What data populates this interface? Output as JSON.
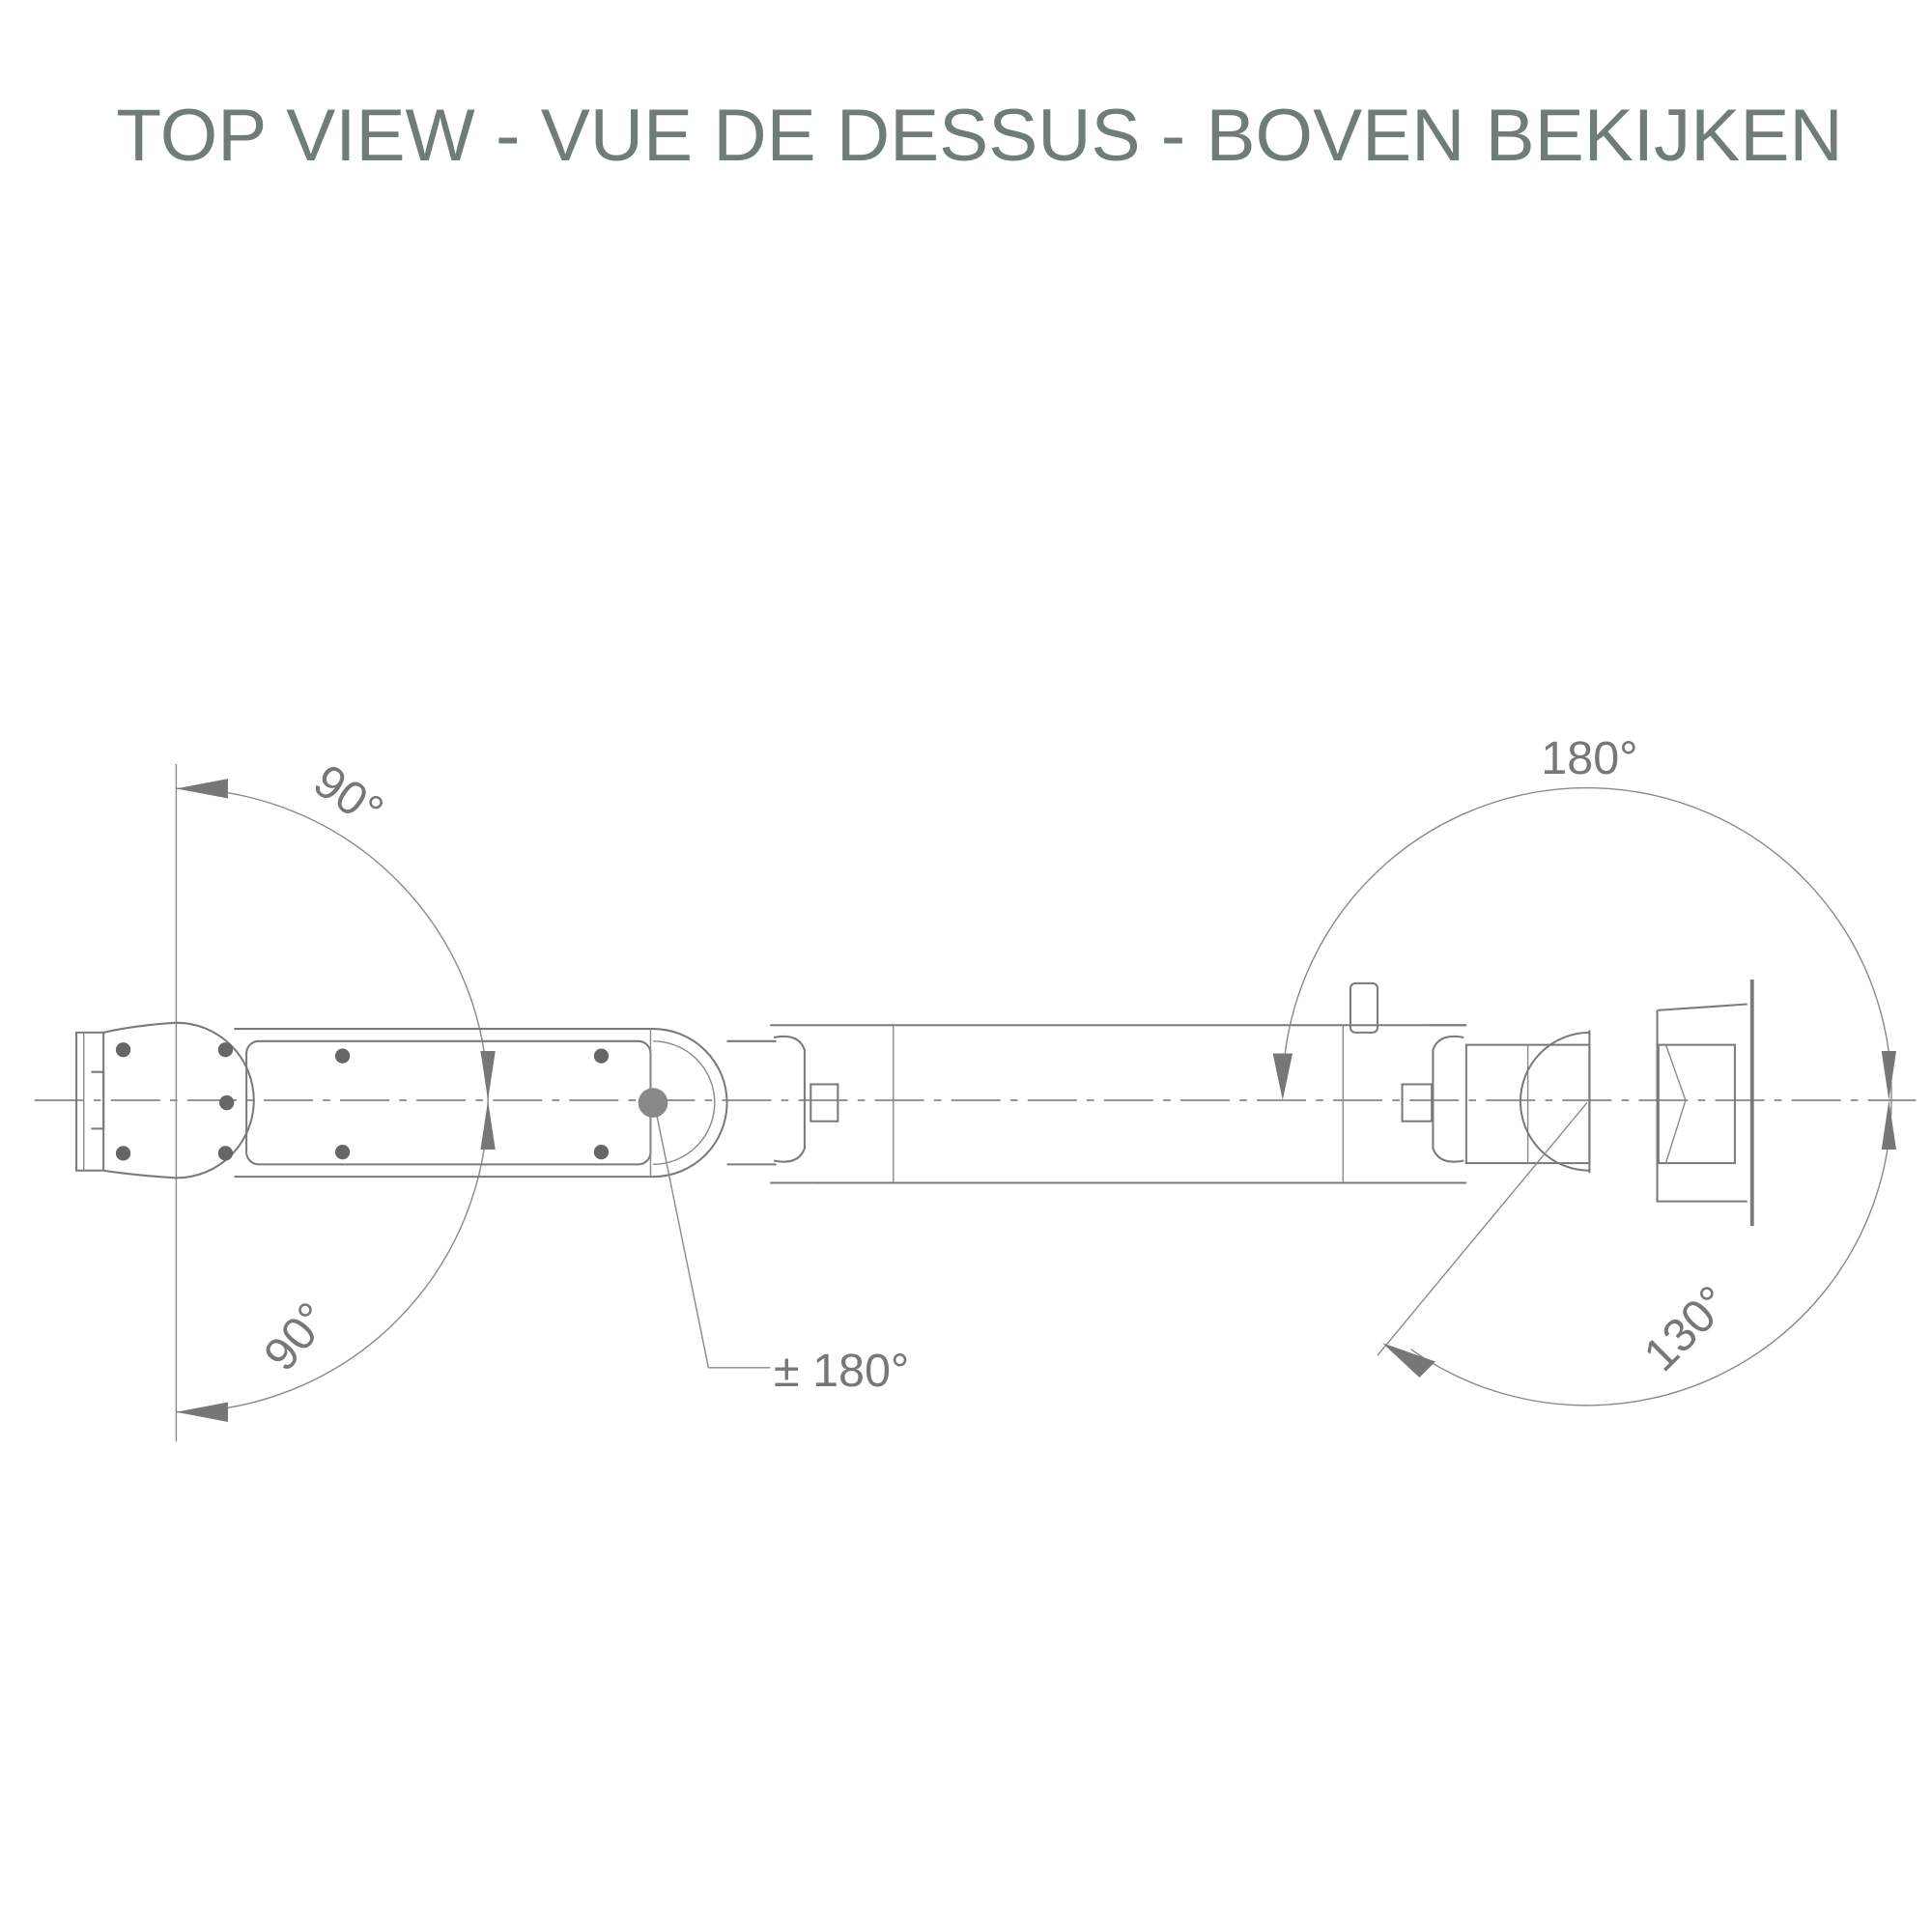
{
  "title": "TOP VIEW - VUE DE DESSUS - BOVEN BEKIJKEN",
  "labels": {
    "base_upper": "90°",
    "base_lower": "90°",
    "elbow": "± 180°",
    "head_upper": "180°",
    "head_lower": "130°"
  },
  "colors": {
    "title": "#6f7c7a",
    "lines": "#7a7a7a"
  }
}
